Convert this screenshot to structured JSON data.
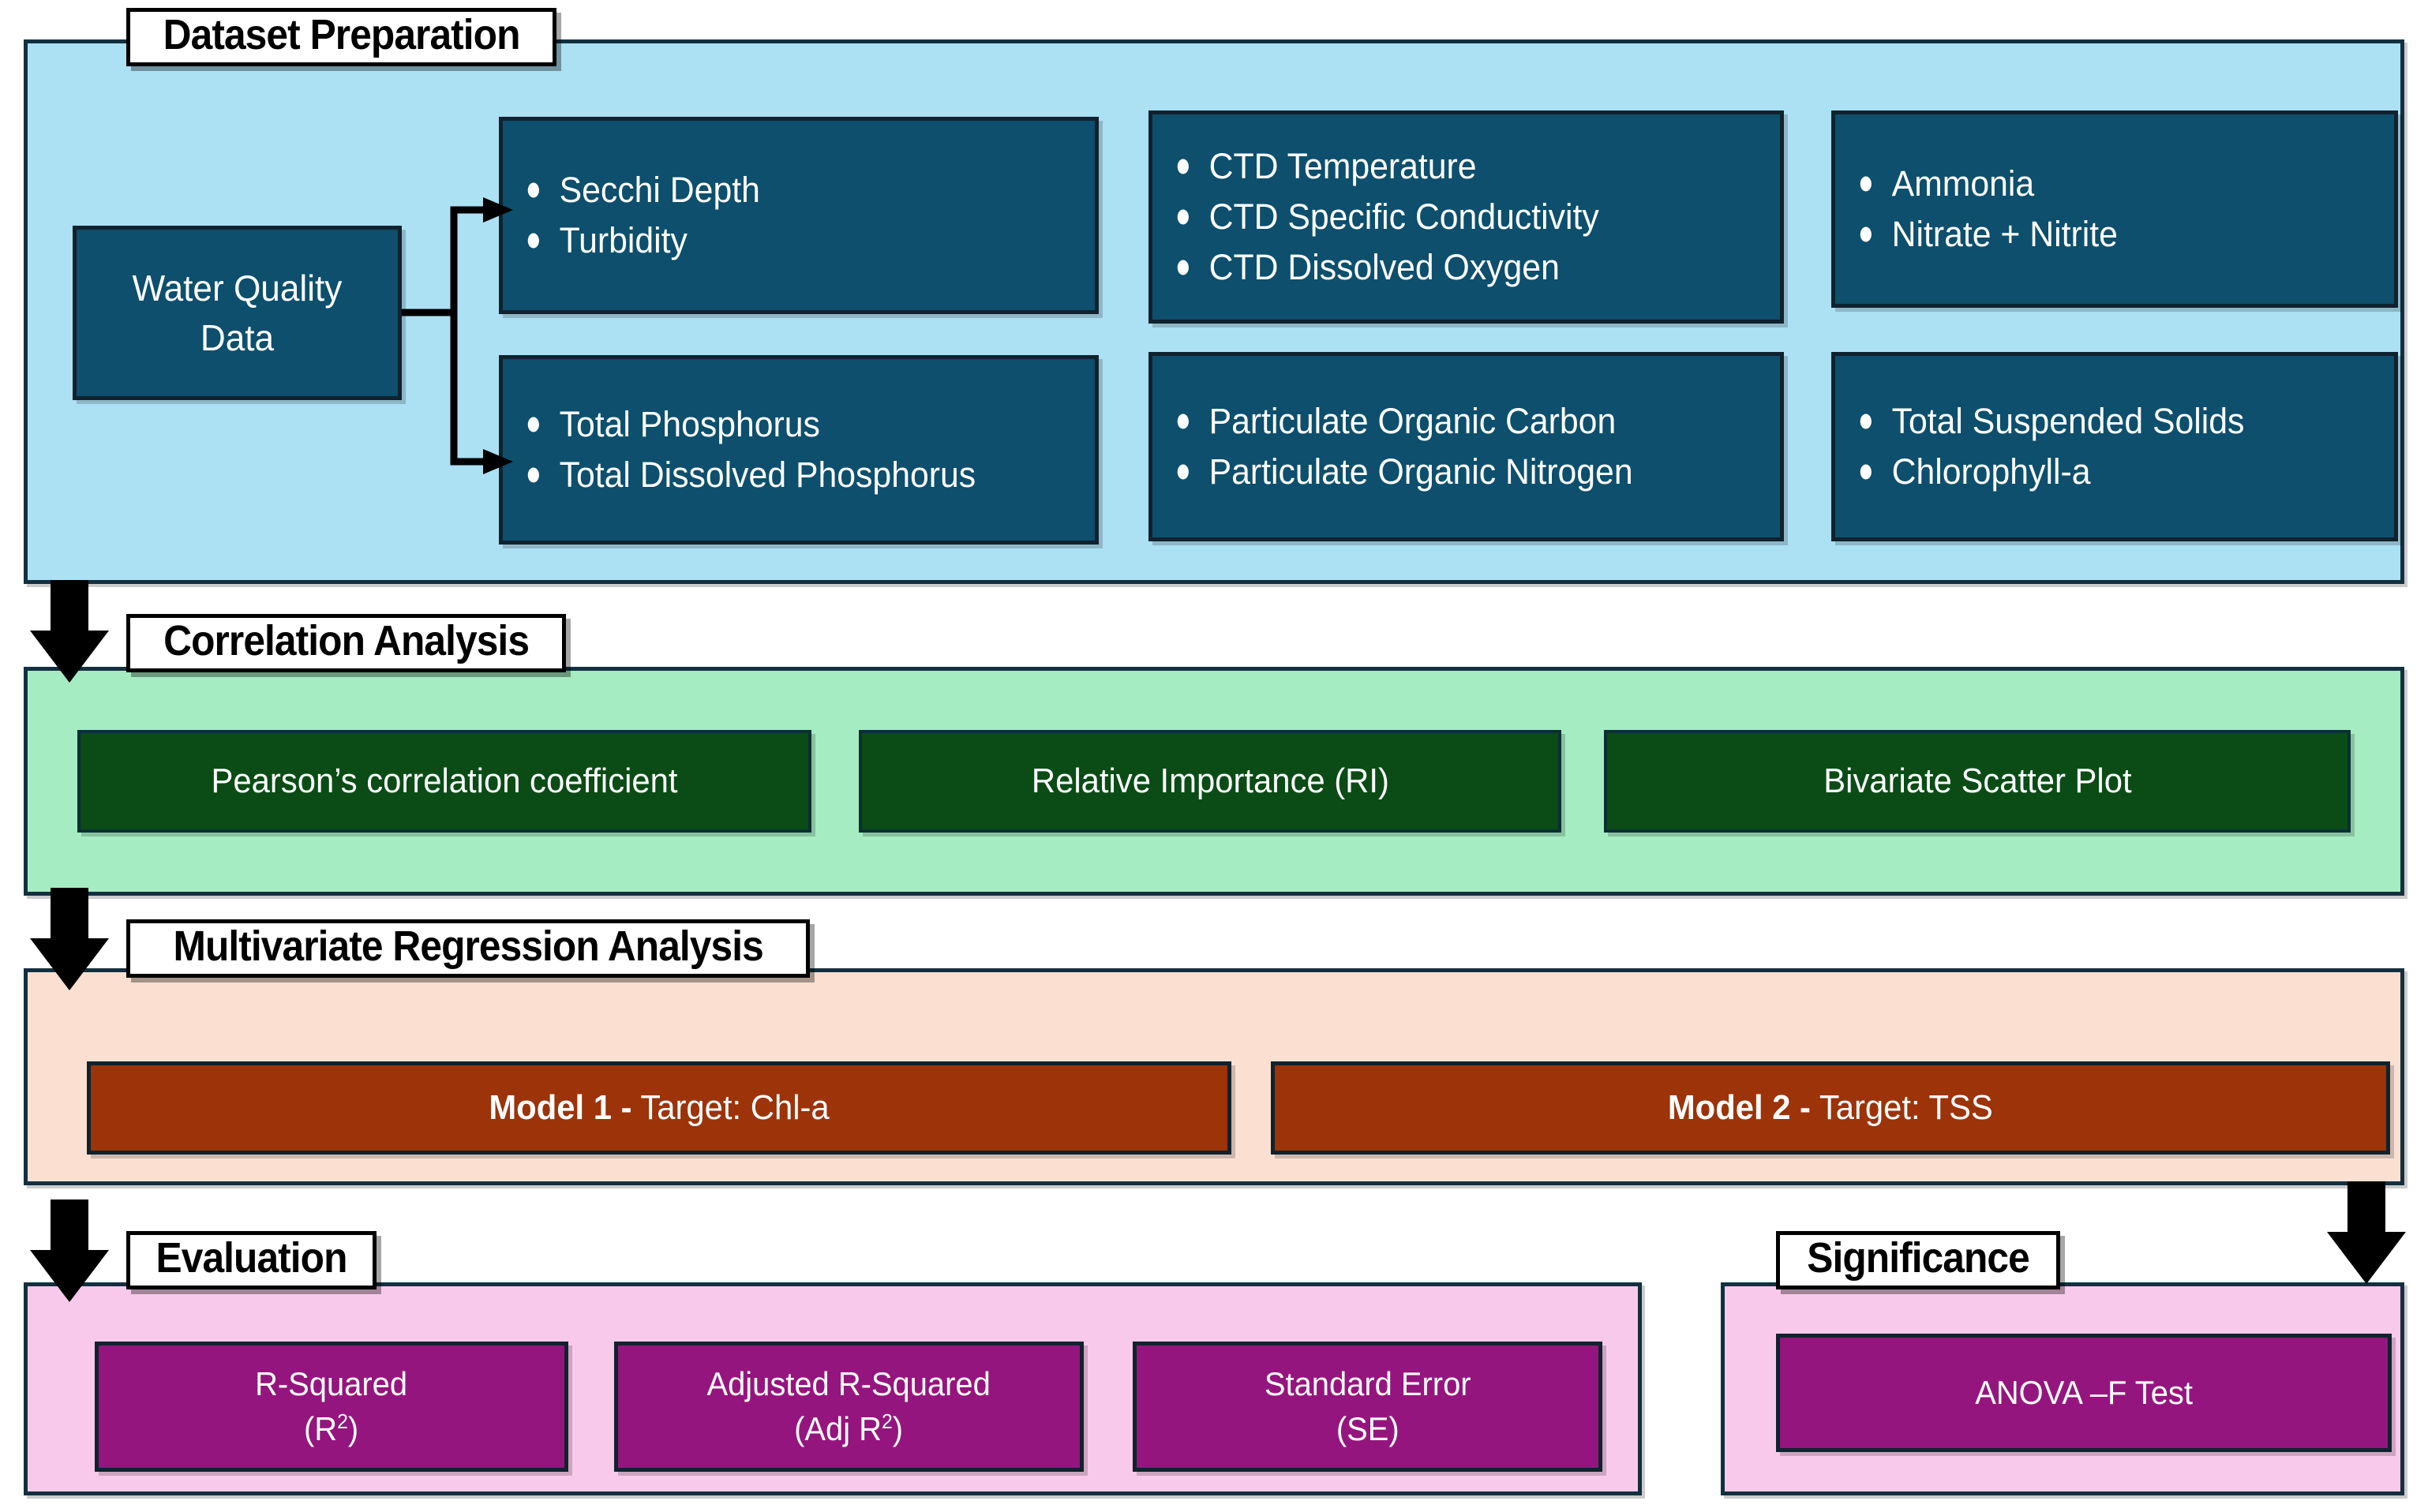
{
  "diagram": {
    "title": "Water quality multivariate analysis workflow",
    "colors": {
      "dataset_band_bg": "#ace0f3",
      "dataset_box_bg": "#0d4f6c",
      "correlation_band_bg": "#a5ecc2",
      "correlation_box_bg": "#0b4c16",
      "regression_band_bg": "#fbe0d2",
      "regression_box_bg": "#9c3309",
      "evaluation_band_bg": "#f9c9eb",
      "evaluation_box_bg": "#95157e",
      "border": "#10222e",
      "arrow": "#000000",
      "box_text": "#ffffff",
      "title_text": "#000000"
    }
  },
  "sections": {
    "dataset": {
      "title": "Dataset Preparation",
      "source_node": "Water Quality Data",
      "source_node_line1": "Water Quality",
      "source_node_line2": "Data",
      "groups": [
        {
          "id": "optical",
          "items": [
            "Secchi Depth",
            "Turbidity"
          ]
        },
        {
          "id": "ctd",
          "items": [
            "CTD Temperature",
            "CTD Specific Conductivity",
            "CTD Dissolved Oxygen"
          ]
        },
        {
          "id": "nutrients-n",
          "items": [
            "Ammonia",
            "Nitrate + Nitrite"
          ]
        },
        {
          "id": "phosphorus",
          "items": [
            "Total Phosphorus",
            "Total Dissolved Phosphorus"
          ]
        },
        {
          "id": "particulate",
          "items": [
            "Particulate Organic Carbon",
            "Particulate Organic Nitrogen"
          ]
        },
        {
          "id": "solids",
          "items": [
            "Total Suspended Solids",
            "Chlorophyll-a"
          ]
        }
      ]
    },
    "correlation": {
      "title": "Correlation Analysis",
      "methods": [
        "Pearson’s correlation coefficient",
        "Relative Importance   (RI)",
        "Bivariate Scatter Plot"
      ]
    },
    "regression": {
      "title": "Multivariate Regression Analysis",
      "models": [
        {
          "name": "Model 1 -",
          "target": " Target: Chl-a"
        },
        {
          "name": "Model 2 -",
          "target": " Target: TSS"
        }
      ]
    },
    "evaluation": {
      "title": "Evaluation",
      "metrics": [
        {
          "line1": "R-Squared",
          "line2": "(R",
          "sup": "2",
          "line3": ")"
        },
        {
          "line1": "Adjusted R-Squared",
          "line2": "(Adj R",
          "sup": "2",
          "line3": ")"
        },
        {
          "line1": "Standard  Error",
          "line2": "(SE",
          "sup": "",
          "line3": ")"
        }
      ]
    },
    "significance": {
      "title": "Significance",
      "tests": [
        "ANOVA –F Test"
      ]
    }
  }
}
